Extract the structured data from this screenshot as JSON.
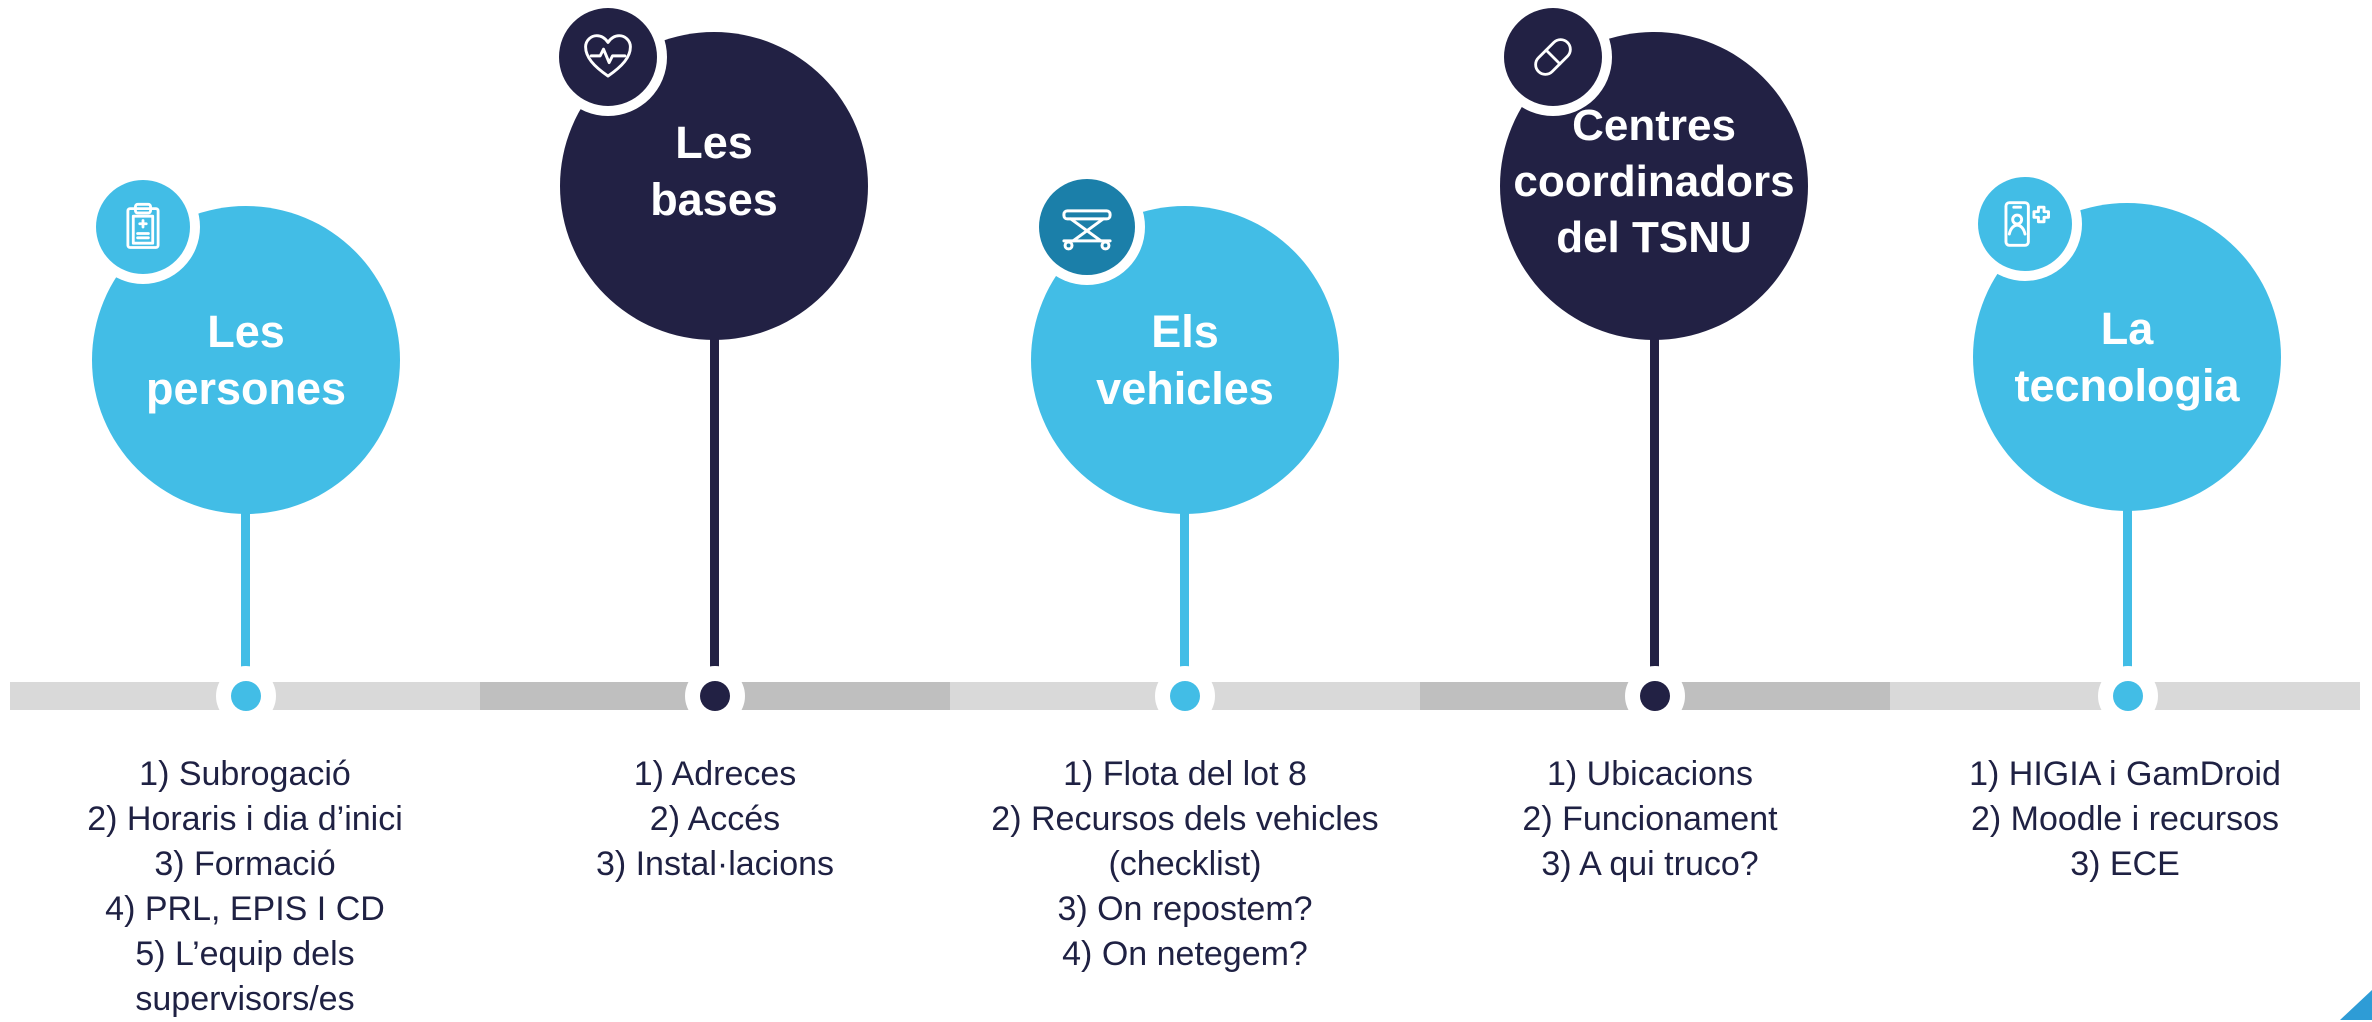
{
  "colors": {
    "light_blue": "#42bde6",
    "navy": "#222144",
    "teal": "#1b7fa9",
    "text": "#1f2143",
    "track_light": "#d9d9d9",
    "track_dark": "#bfbfbf"
  },
  "steps": [
    {
      "title": "Les\npersones",
      "icon": "clipboard-medical-icon",
      "items": [
        "1) Subrogació",
        "2) Horaris i dia d’inici",
        "3) Formació",
        "4) PRL, EPIS I CD",
        "5) L’equip dels\nsupervisors/es"
      ]
    },
    {
      "title": "Les\nbases",
      "icon": "heart-pulse-icon",
      "items": [
        "1) Adreces",
        "2) Accés",
        "3) Instal·lacions"
      ]
    },
    {
      "title": "Els\nvehicles",
      "icon": "stretcher-icon",
      "items": [
        "1) Flota del lot 8",
        "2) Recursos dels vehicles\n(checklist)",
        "3) On repostem?",
        "4) On netegem?"
      ]
    },
    {
      "title": "Centres\ncoordinadors\ndel TSNU",
      "icon": "pill-icon",
      "items": [
        "1) Ubicacions",
        "2) Funcionament",
        "3) A qui truco?"
      ]
    },
    {
      "title": "La\ntecnologia",
      "icon": "mobile-health-icon",
      "items": [
        "1) HIGIA i GamDroid",
        "2) Moodle i recursos",
        "3) ECE"
      ]
    }
  ]
}
